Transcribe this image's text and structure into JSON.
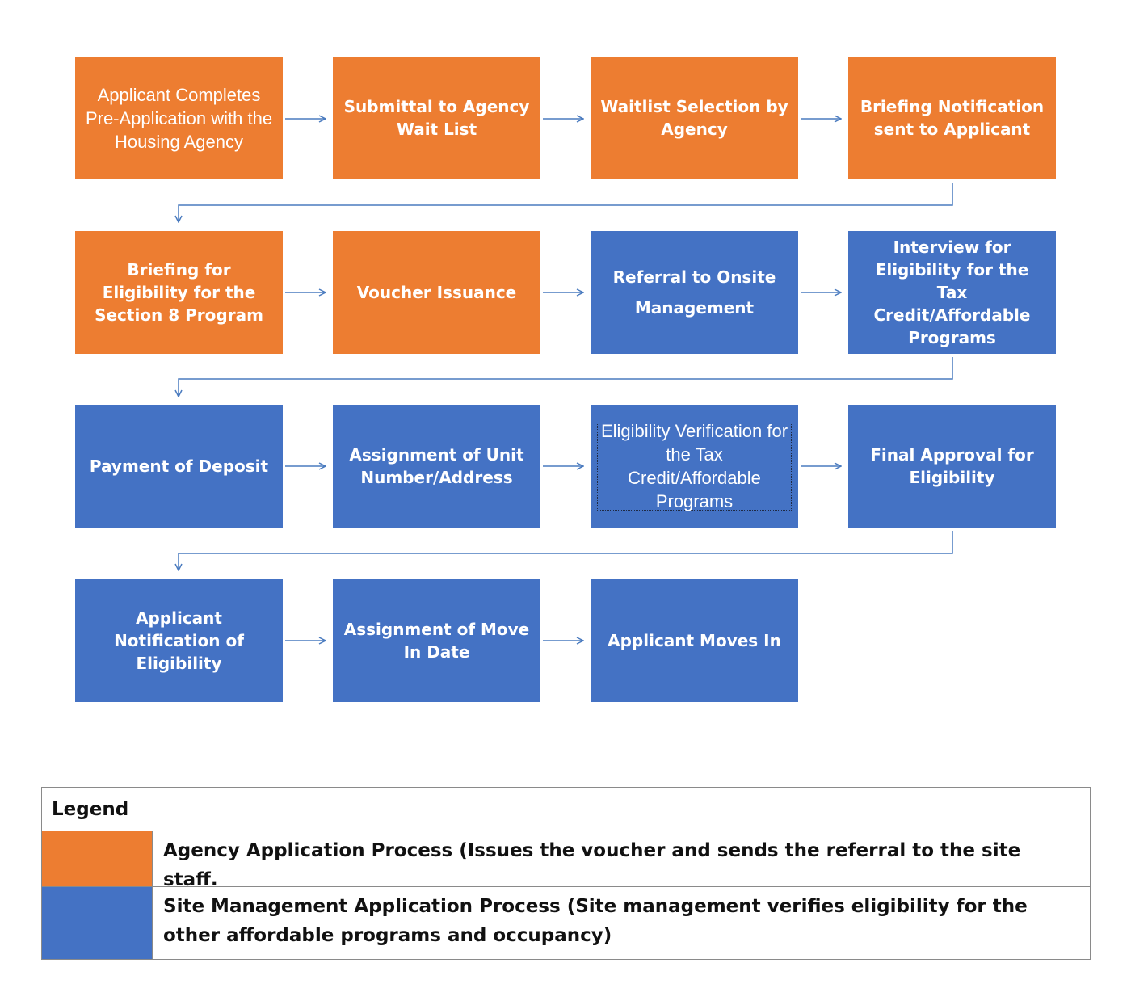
{
  "colors": {
    "agency": "#ed7d31",
    "site": "#4472c4",
    "connector": "#4a7bbf"
  },
  "steps": [
    {
      "label": "Applicant Completes Pre-Application with the Housing Agency",
      "group": "agency"
    },
    {
      "label": "Submittal to Agency Wait List",
      "group": "agency"
    },
    {
      "label": "Waitlist Selection by Agency",
      "group": "agency"
    },
    {
      "label": "Briefing Notification sent to Applicant",
      "group": "agency"
    },
    {
      "label": "Briefing for Eligibility for the Section 8 Program",
      "group": "agency"
    },
    {
      "label": "Voucher Issuance",
      "group": "agency"
    },
    {
      "label": "Referral to Onsite Management",
      "group": "site"
    },
    {
      "label": "Interview for Eligibility for the Tax Credit/Affordable Programs",
      "group": "site"
    },
    {
      "label": "Payment of Deposit",
      "group": "site"
    },
    {
      "label": "Assignment of Unit Number/Address",
      "group": "site"
    },
    {
      "label": "Eligibility Verification for the Tax Credit/Affordable Programs",
      "group": "site"
    },
    {
      "label": "Final Approval for Eligibility",
      "group": "site"
    },
    {
      "label": "Applicant Notification of Eligibility",
      "group": "site"
    },
    {
      "label": "Assignment of Move In Date",
      "group": "site"
    },
    {
      "label": "Applicant Moves In",
      "group": "site"
    }
  ],
  "legend": {
    "title": "Legend",
    "items": [
      {
        "color": "#ed7d31",
        "label": "Agency Application Process (Issues the voucher and sends the referral to the site staff."
      },
      {
        "color": "#4472c4",
        "label": "Site Management Application Process (Site management verifies eligibility for the other affordable programs and occupancy)"
      }
    ]
  }
}
